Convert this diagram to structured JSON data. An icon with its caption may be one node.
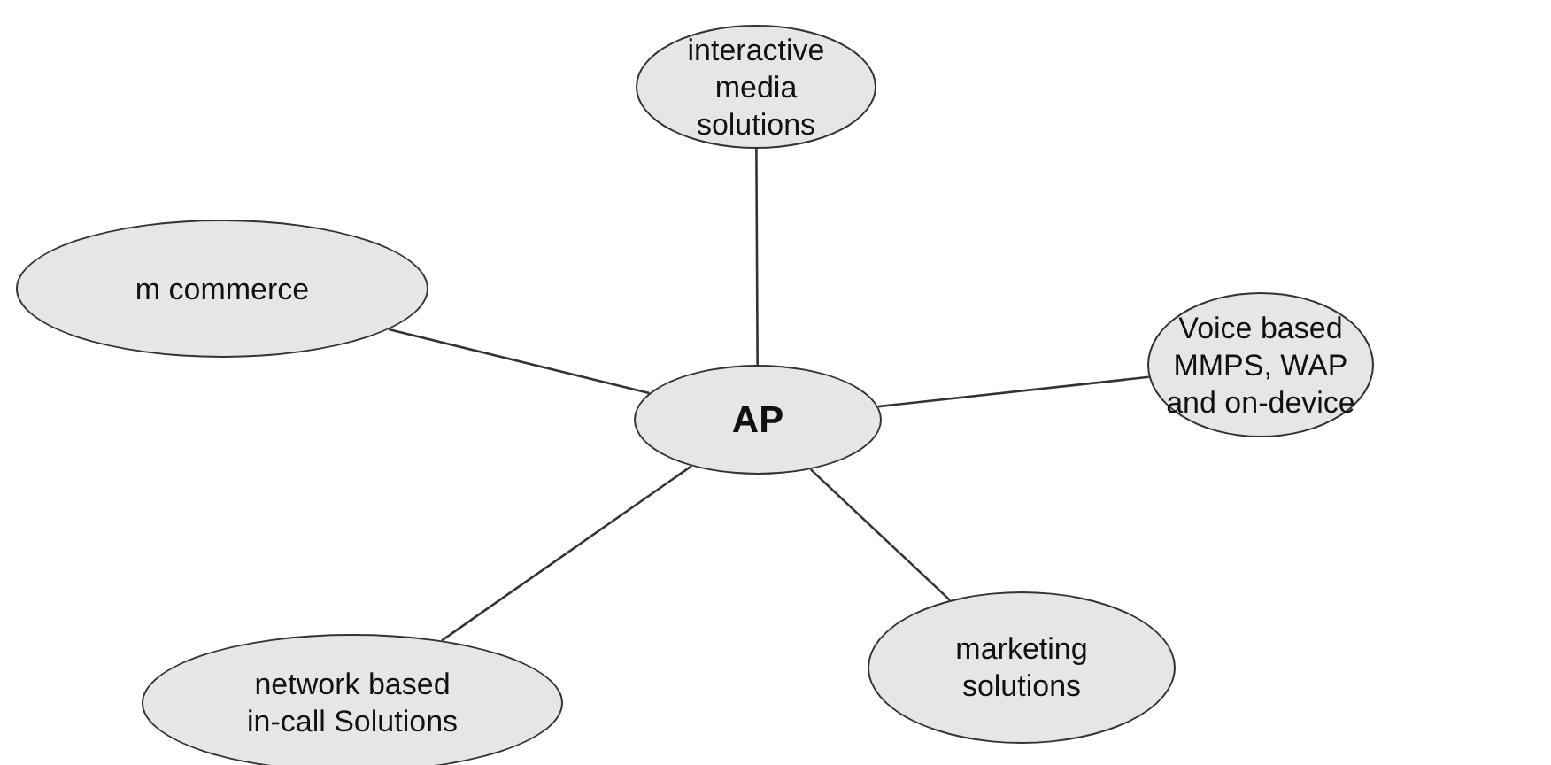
{
  "diagram": {
    "nodes": [
      {
        "text": [
          "interactive media solutions"
        ]
      },
      {
        "text": [
          "m commerce"
        ]
      },
      {
        "text": [
          "AP"
        ]
      },
      {
        "text": [
          "Voice based MMPS, WAP and on-device"
        ]
      },
      {
        "text": [
          "network based in-call Solutions"
        ]
      },
      {
        "text": [
          "marketing solutions"
        ]
      }
    ],
    "edges": [
      {
        "from": 2,
        "to": 0,
        "arrow": "none"
      },
      {
        "from": 2,
        "to": 1,
        "arrow": "none"
      },
      {
        "from": 2,
        "to": 3,
        "arrow": "none"
      },
      {
        "from": 2,
        "to": 4,
        "arrow": "none"
      },
      {
        "from": 2,
        "to": 5,
        "arrow": "none"
      }
    ]
  }
}
